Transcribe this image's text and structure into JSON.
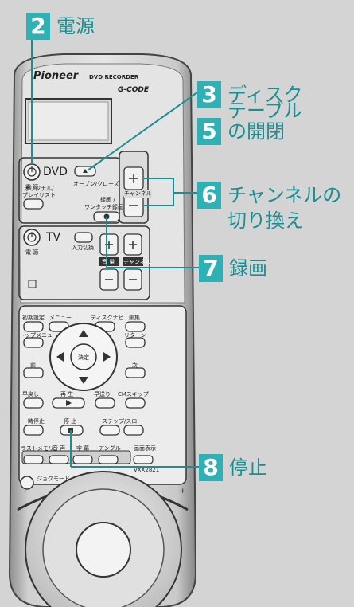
{
  "callouts": {
    "c2": {
      "num": "2",
      "text": "電源"
    },
    "c3": {
      "num": "3",
      "line1": "ディスク",
      "line2": "テーブル"
    },
    "c5": {
      "num": "5",
      "text": "の開閉"
    },
    "c6": {
      "num": "6",
      "line1": "チャンネルの",
      "line2": "切り換え"
    },
    "c7": {
      "num": "7",
      "text": "録画"
    },
    "c8": {
      "num": "8",
      "text": "停止"
    }
  },
  "remote": {
    "brand": "Pioneer",
    "product": "DVD RECORDER",
    "gcode": "G-CODE",
    "dvd_label": "DVD",
    "power_label": "電 源",
    "open_close_label": "オープン/クローズ",
    "original_label_1": "オリジナル/",
    "original_label_2": "プレイリスト",
    "rec_label_1": "録画 /",
    "rec_label_2": "ワンタッチ録画",
    "channel_label": "チャンネル",
    "tv_label": "TV",
    "tv_power_label": "電 源",
    "input_label": "入力切換",
    "volume_label": "音 量",
    "tv_channel_label": "チャンネル",
    "setup_label": "初期設定",
    "menu_label": "メニュー",
    "disc_navi_label": "ディスクナビ",
    "edit_label": "編集",
    "top_menu_label": "トップメニュー",
    "return_label": "リターン",
    "enter_label": "決定",
    "prev_label": "前",
    "next_label": "次",
    "rewind_label": "早戻し",
    "play_label": "再 生",
    "ff_label": "早送り",
    "cm_skip_label": "CMスキップ",
    "pause_label": "一時停止",
    "stop_label": "停 止",
    "step_label": "ステップ/スロー",
    "last_memory_label": "ラストメモリー",
    "audio_label": "音 声",
    "subtitle_label": "字 幕",
    "angle_label": "アングル",
    "display_label": "画面表示",
    "model": "VXX2821",
    "jog_label": "ジョグモード",
    "plus": "+",
    "minus": "-"
  }
}
